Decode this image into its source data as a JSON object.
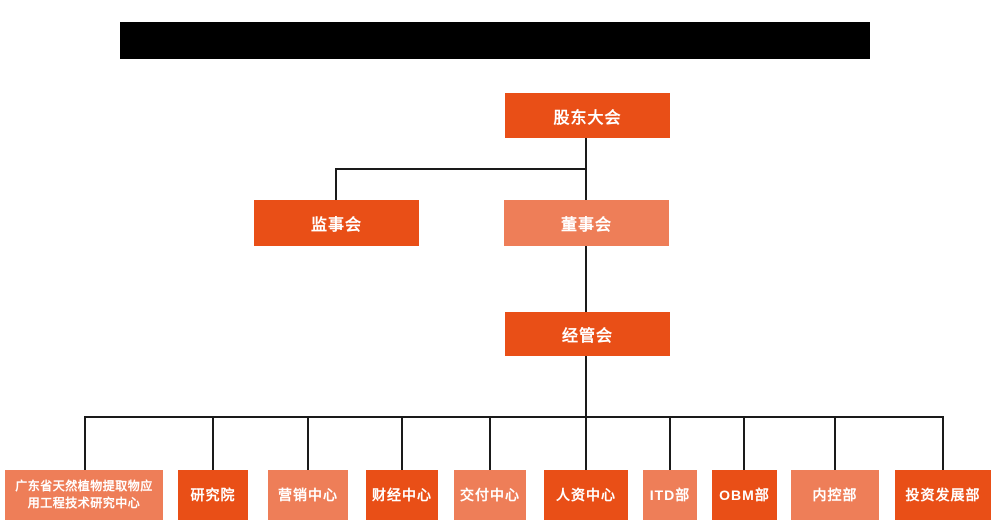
{
  "diagram": {
    "type": "org-chart",
    "root": {
      "label": "股东大会",
      "style": "primary"
    },
    "level2": [
      {
        "label": "监事会",
        "style": "primary"
      },
      {
        "label": "董事会",
        "style": "secondary"
      }
    ],
    "level3": {
      "label": "经管会",
      "style": "primary"
    },
    "departments": [
      {
        "label": "广东省天然植物提取物应用工程技术研究中心",
        "style": "secondary"
      },
      {
        "label": "研究院",
        "style": "primary"
      },
      {
        "label": "营销中心",
        "style": "secondary"
      },
      {
        "label": "财经中心",
        "style": "primary"
      },
      {
        "label": "交付中心",
        "style": "secondary"
      },
      {
        "label": "人资中心",
        "style": "primary"
      },
      {
        "label": "ITD部",
        "style": "secondary"
      },
      {
        "label": "OBM部",
        "style": "primary"
      },
      {
        "label": "内控部",
        "style": "secondary"
      },
      {
        "label": "投资发展部",
        "style": "primary"
      }
    ]
  },
  "colors": {
    "primary": "#E94F17",
    "secondary": "#EE7E58",
    "connector": "#1A1A1A",
    "redaction": "#000000",
    "background": "#FFFFFF",
    "node_text": "#FFFFFF"
  }
}
